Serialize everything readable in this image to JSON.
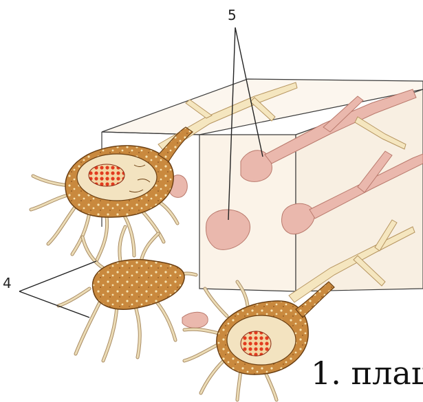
{
  "labels": {
    "callout_5": "5",
    "callout_4": "4"
  },
  "caption": "1. плац",
  "colors": {
    "background": "#ffffff",
    "tissue_block": "#fbf4ea",
    "cell_body": "#c9893e",
    "cell_outline": "#6b3f12",
    "process_light": "#f5e6bf",
    "nucleus": "#e23b1f",
    "pink_processes": "#eab8ad",
    "leader_line": "#222222"
  }
}
